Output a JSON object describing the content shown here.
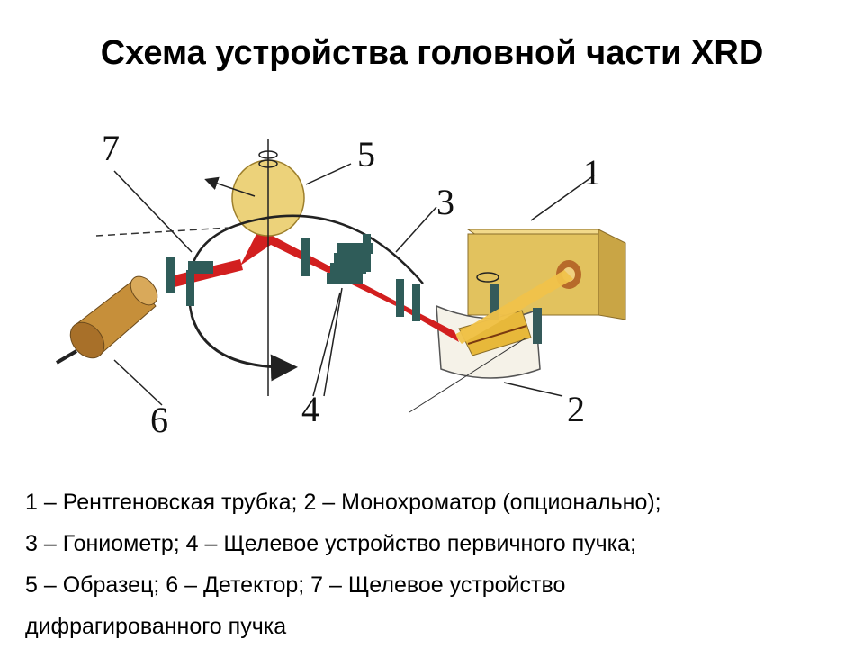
{
  "title": "Схема устройства головной части XRD",
  "labels": {
    "n1": "1",
    "n2": "2",
    "n3": "3",
    "n4": "4",
    "n5": "5",
    "n6": "6",
    "n7": "7"
  },
  "caption": {
    "line1": "1 – Рентгеновская трубка; 2 – Монохроматор (опционально);",
    "line2": "3 – Гониометр; 4 – Щелевое устройство первичного пучка;",
    "line3": "5 – Образец; 6 – Детектор; 7 – Щелевое устройство",
    "line4": "дифрагированного пучка"
  }
}
